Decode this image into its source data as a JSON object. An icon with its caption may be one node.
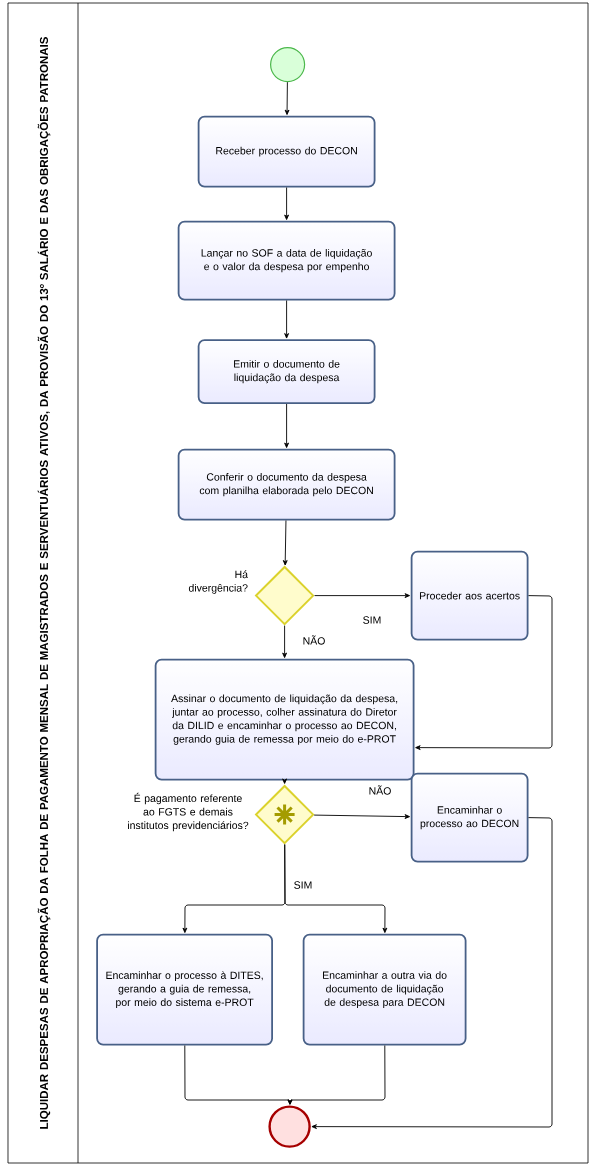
{
  "diagram": {
    "nodes": [
      {
        "text": [
          "LIQUIDAR DESPESAS DE APROPRIAÇÃO DA FOLHA DE PAGAMENTO MENSAL DE MAGISTRADOS E SERVENTUÁRIOS ATIVOS, DA PROVISÃO DO 13º SALÁRIO E DAS OBRIGAÇÕES PATRONAIS"
        ]
      },
      {
        "text": [],
        "shape": "circle",
        "in": 0
      },
      {
        "text": [
          "Receber processo do DECON"
        ],
        "in": 0
      },
      {
        "text": [
          "Lançar no SOF a data de liquidação e o valor da despesa por empenho"
        ],
        "in": 0
      },
      {
        "text": [
          "Emitir o documento de liquidação da despesa"
        ],
        "in": 0
      },
      {
        "text": [
          "Conferir o documento da despesa com planilha elaborada pelo DECON"
        ],
        "in": 0
      },
      {
        "text": [],
        "shape": "diamond",
        "beside": [
          "Há divergência?"
        ],
        "in": 0
      },
      {
        "text": [
          "Proceder aos acertos"
        ],
        "in": 0
      },
      {
        "text": [
          "Assinar o documento de liquidação da despesa, juntar ao processo, colher assinatura do Diretor da DILID e encaminhar o processo ao DECON, gerando guia de remessa por meio do e-PROT"
        ],
        "in": 0
      },
      {
        "text": [],
        "shape": "diamond",
        "beside": [
          "É pagamento referente ao FGTS e demais institutos previdenciários?"
        ],
        "in": 0
      },
      {
        "text": [
          "Encaminhar o processo ao DECON"
        ],
        "in": 0
      },
      {
        "text": [
          "Encaminhar o processo à DITES, gerando a guia de remessa, por meio do sistema e-PROT"
        ],
        "in": 0
      },
      {
        "text": [
          "Encaminhar a outra via do documento de liquidação de despesa para DECON"
        ],
        "in": 0
      },
      {
        "text": [],
        "shape": "circle",
        "in": 0
      }
    ],
    "edges": [
      {
        "from": 1,
        "to": 2,
        "arrow": "to"
      },
      {
        "from": 2,
        "to": 3,
        "arrow": "to"
      },
      {
        "from": 3,
        "to": 4,
        "arrow": "to"
      },
      {
        "from": 4,
        "to": 5,
        "arrow": "to"
      },
      {
        "from": 5,
        "to": 6,
        "arrow": "to"
      },
      {
        "from": 6,
        "to": 7,
        "arrow": "to",
        "label": "SIM"
      },
      {
        "from": 6,
        "to": 8,
        "arrow": "to",
        "label": "NÃO"
      },
      {
        "from": 7,
        "to": 8,
        "arrow": "to"
      },
      {
        "from": 8,
        "to": 9,
        "arrow": "to"
      },
      {
        "from": 9,
        "to": 10,
        "arrow": "to",
        "label": "NÃO"
      },
      {
        "from": 9,
        "to": 11,
        "arrow": "to",
        "label": "SIM"
      },
      {
        "from": 9,
        "to": 12,
        "arrow": "to"
      },
      {
        "from": 11,
        "to": 13,
        "arrow": "to"
      },
      {
        "from": 12,
        "to": 13,
        "arrow": "to"
      },
      {
        "from": 10,
        "to": 13,
        "arrow": "to"
      }
    ]
  }
}
